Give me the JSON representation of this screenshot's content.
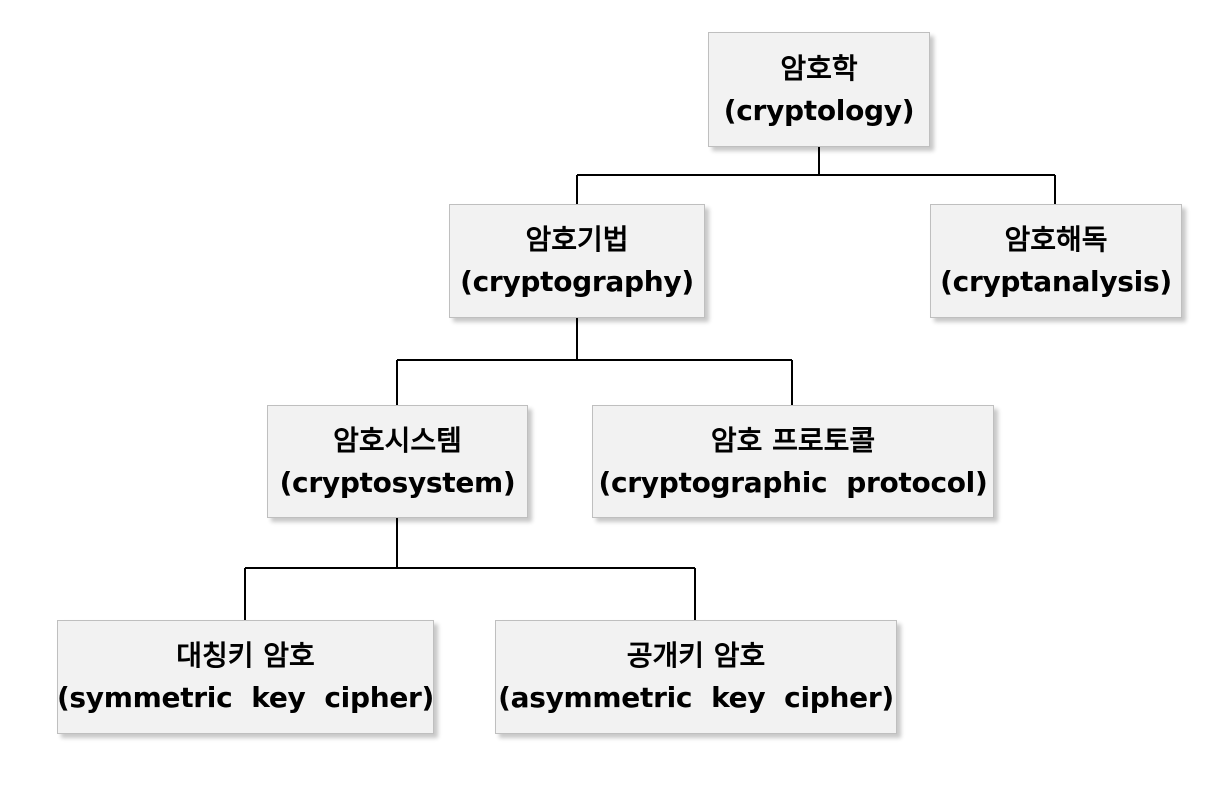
{
  "colors": {
    "box_fill": "#f2f2f2",
    "box_border": "#bfbfbf",
    "line": "#000000",
    "text": "#000000"
  },
  "nodes": {
    "cryptology": {
      "ko": "암호학",
      "en": "(cryptology)"
    },
    "cryptography": {
      "ko": "암호기법",
      "en": "(cryptography)"
    },
    "cryptanalysis": {
      "ko": "암호해독",
      "en": "(cryptanalysis)"
    },
    "cryptosystem": {
      "ko": "암호시스템",
      "en": "(cryptosystem)"
    },
    "protocol": {
      "ko": "암호 프로토콜",
      "en": "(cryptographic  protocol)"
    },
    "symmetric": {
      "ko": "대칭키 암호",
      "en": "(symmetric  key  cipher)"
    },
    "asymmetric": {
      "ko": "공개키 암호",
      "en": "(asymmetric  key  cipher)"
    }
  },
  "edges": [
    {
      "from": "cryptology",
      "to": "cryptography"
    },
    {
      "from": "cryptology",
      "to": "cryptanalysis"
    },
    {
      "from": "cryptography",
      "to": "cryptosystem"
    },
    {
      "from": "cryptography",
      "to": "protocol"
    },
    {
      "from": "cryptosystem",
      "to": "symmetric"
    },
    {
      "from": "cryptosystem",
      "to": "asymmetric"
    }
  ]
}
